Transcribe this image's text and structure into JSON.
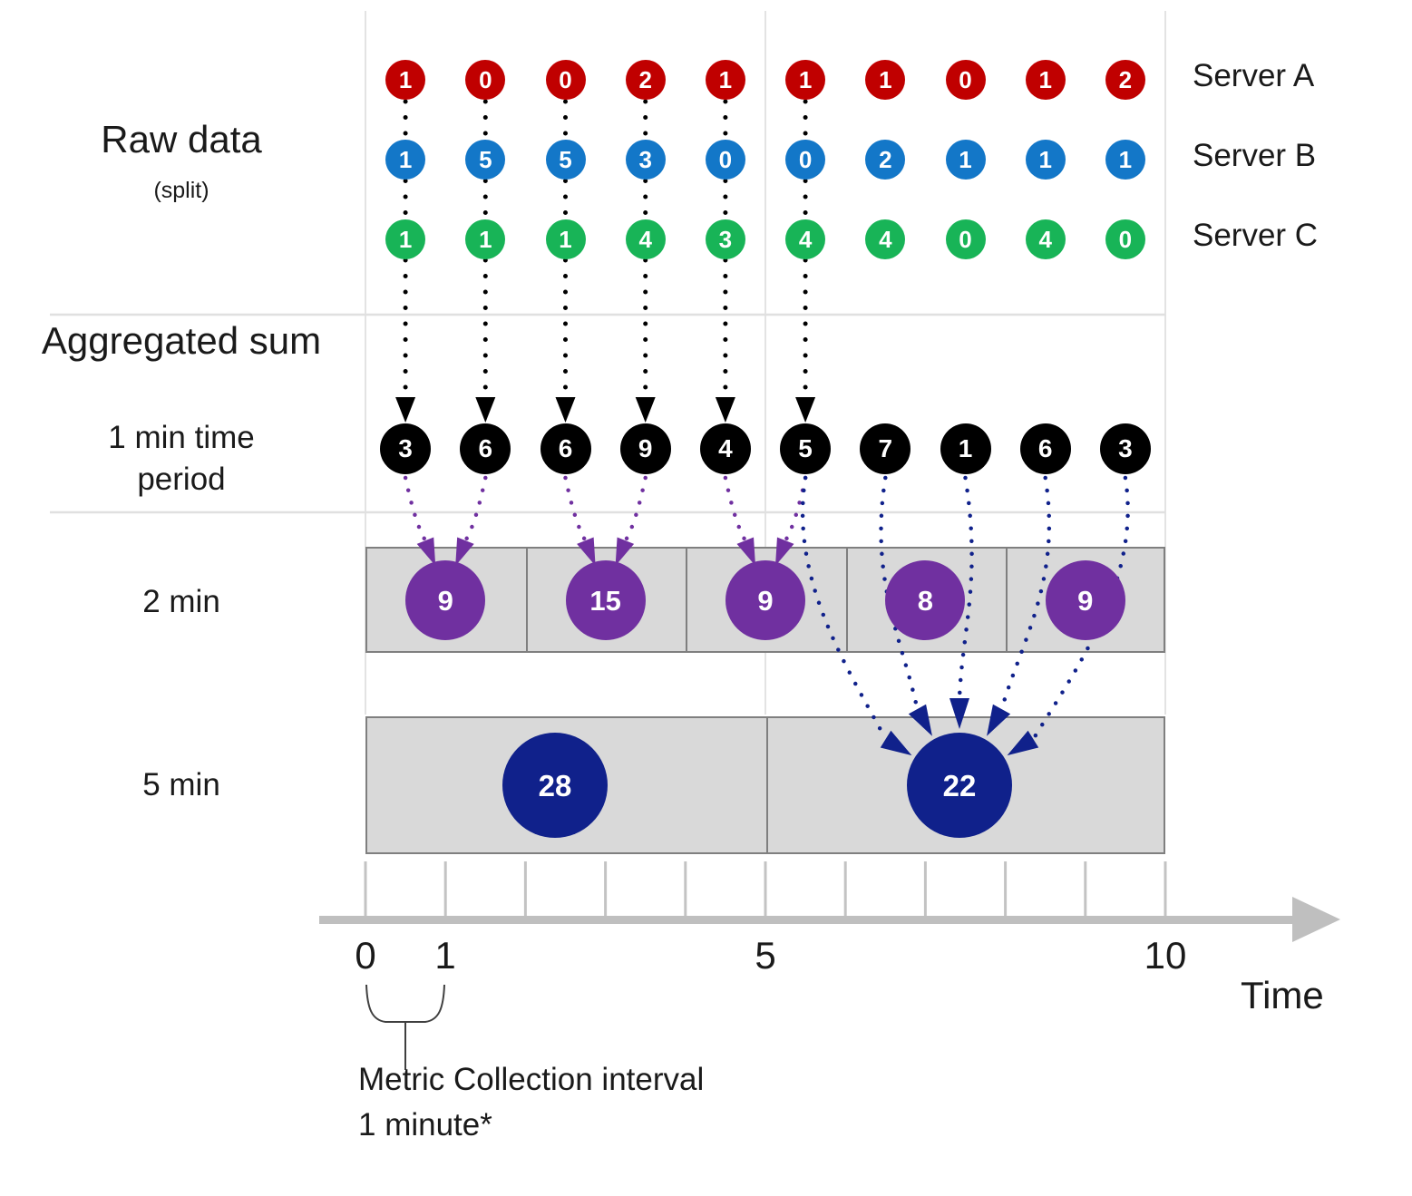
{
  "labels": {
    "raw_data": "Raw data",
    "split": "(split)",
    "aggregated_sum": "Aggregated sum",
    "two_min": "2 min",
    "five_min": "5 min"
  },
  "servers": [
    {
      "name": "Server A",
      "color": "#c00000",
      "values": [
        1,
        0,
        0,
        2,
        1,
        1,
        1,
        0,
        1,
        2
      ]
    },
    {
      "name": "Server B",
      "color": "#1377c8",
      "values": [
        1,
        5,
        5,
        3,
        0,
        0,
        2,
        1,
        1,
        1
      ]
    },
    {
      "name": "Server C",
      "color": "#18b457",
      "values": [
        1,
        1,
        1,
        4,
        3,
        4,
        4,
        0,
        4,
        0
      ]
    }
  ],
  "aggregation": {
    "one_min": {
      "label_line1": "1 min time",
      "label_line2": "period",
      "values": [
        3,
        6,
        6,
        9,
        4,
        5,
        7,
        1,
        6,
        3
      ]
    },
    "two_min": {
      "label": "2 min",
      "values": [
        9,
        15,
        9,
        8,
        9
      ]
    },
    "five_min": {
      "label": "5 min",
      "values": [
        28,
        22
      ]
    }
  },
  "axis": {
    "title": "Time",
    "tick_labels": [
      "0",
      "1",
      "5",
      "10"
    ],
    "tick_minutes": [
      0,
      1,
      5,
      10
    ],
    "total_ticks": 11
  },
  "annotation": {
    "line1": "Metric Collection interval",
    "line2": "1 minute*"
  },
  "colors": {
    "server_a": "#c00000",
    "server_b": "#1377c8",
    "server_c": "#18b457",
    "one_min_circle": "#000000",
    "two_min_circle": "#7030a0",
    "five_min_circle": "#10218b",
    "bucket_fill": "#d9d9d9",
    "bucket_border": "#7f7f7f",
    "axis_gray": "#bfbfbf",
    "gridline": "#e3e3e3"
  }
}
